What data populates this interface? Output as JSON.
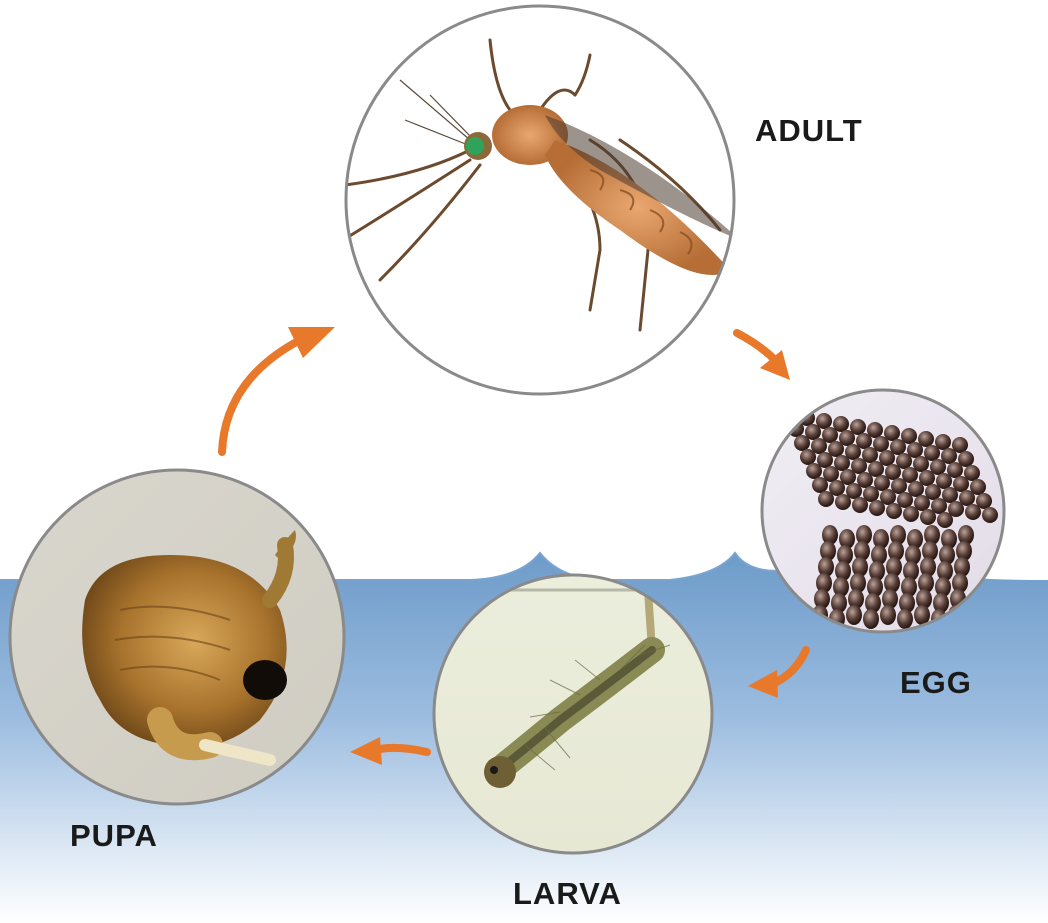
{
  "labels": {
    "adult": "ADULT",
    "egg": "EGG",
    "larva": "LARVA",
    "pupa": "PUPA"
  },
  "stages": [
    {
      "key": "adult",
      "label": "ADULT",
      "depicts": "adult mosquito photo"
    },
    {
      "key": "egg",
      "label": "EGG",
      "depicts": "egg raft photo"
    },
    {
      "key": "larva",
      "label": "LARVA",
      "depicts": "larva photo"
    },
    {
      "key": "pupa",
      "label": "PUPA",
      "depicts": "pupa photo"
    }
  ],
  "cycle_order": [
    "adult",
    "egg",
    "larva",
    "pupa"
  ],
  "colors": {
    "arrow": "#e8782a",
    "water_top": "#6d9bc9",
    "water_bottom": "#ffffff",
    "circle_border": "#8a8a8a",
    "label_text": "#1a1a1a"
  },
  "icons": {
    "cycle_arrow": "curved-arrow-icon"
  }
}
